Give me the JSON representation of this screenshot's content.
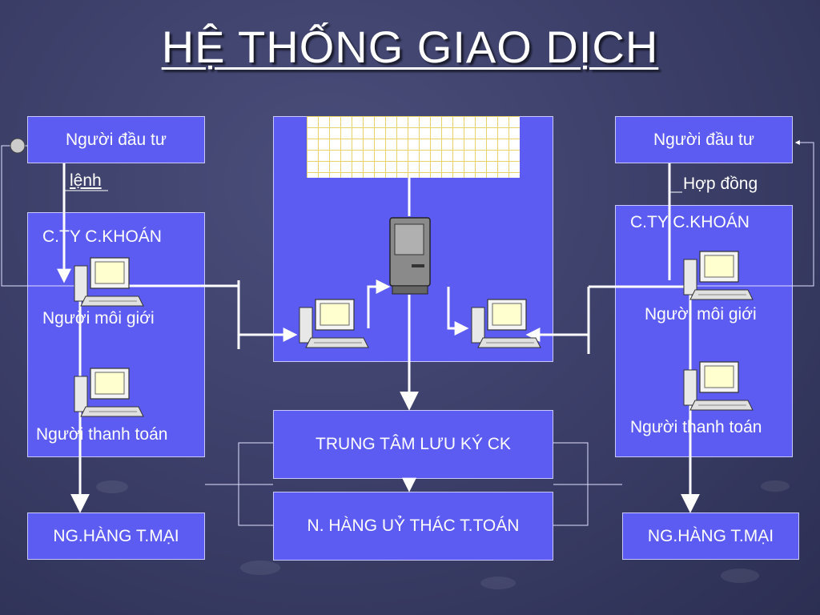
{
  "title": "HỆ THỐNG GIAO DỊCH",
  "left": {
    "investor": "Người đầu tư",
    "order_label": "lệnh",
    "company": "C.TY C.KHOÁN",
    "broker": "Người môi giới",
    "payer": "Người thanh toán",
    "bank": "NG.HÀNG T.MẠI"
  },
  "right": {
    "investor": "Người đầu tư",
    "contract_label": "Hợp đồng",
    "company": "C.TY C.KHOÁN",
    "broker": "Người môi giới",
    "payer": "Người thanh toán",
    "bank": "NG.HÀNG T.MẠI"
  },
  "center": {
    "depository": "TRUNG TÂM LƯU KÝ CK",
    "settlement_bank": "N. HÀNG UỶ THÁC T.TOÁN"
  },
  "colors": {
    "box_fill": "#5c5cf2",
    "background": "#3a3d66",
    "line": "#ffffff",
    "grid": "#e6d36a"
  }
}
